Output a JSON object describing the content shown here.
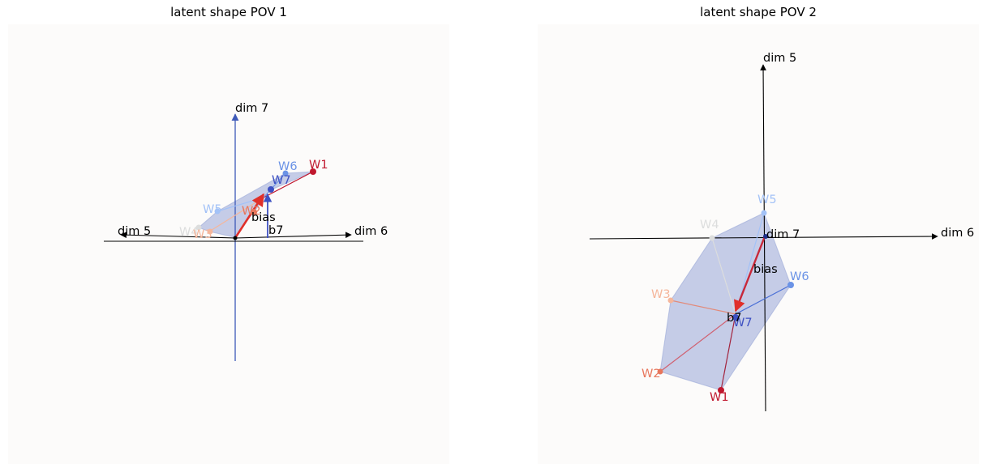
{
  "panels": [
    {
      "title": "latent shape POV 1",
      "axis_labels": [
        "dim 7",
        "dim 5",
        "dim 6"
      ],
      "weights": [
        {
          "name": "W1",
          "color": "#c0182e"
        },
        {
          "name": "W6",
          "color": "#6b93e6"
        },
        {
          "name": "W7",
          "color": "#3d50c3"
        },
        {
          "name": "W5",
          "color": "#a3c2f7"
        },
        {
          "name": "W4",
          "color": "#dcdddd"
        },
        {
          "name": "W3",
          "color": "#f5b69b"
        },
        {
          "name": "W2",
          "color": "#e8765c"
        }
      ],
      "bias_label": "bias",
      "b7_label": "b7"
    },
    {
      "title": "latent shape POV 2",
      "axis_labels": [
        "dim 5",
        "dim 6",
        "dim 7"
      ],
      "weights": [
        {
          "name": "W5",
          "color": "#a3c2f7"
        },
        {
          "name": "W4",
          "color": "#dcdddd"
        },
        {
          "name": "W6",
          "color": "#6b93e6"
        },
        {
          "name": "W3",
          "color": "#f5b69b"
        },
        {
          "name": "W7",
          "color": "#3d50c3"
        },
        {
          "name": "W2",
          "color": "#e8765c"
        },
        {
          "name": "W1",
          "color": "#c0182e"
        }
      ],
      "bias_label": "bias",
      "b7_label": "b7"
    }
  ],
  "colors": {
    "hull": "#8e9ed3",
    "bias_arrow": "#e0302a",
    "dim7_axis_p1": "#3d59b8",
    "panel_bg": "#fcfbfa"
  }
}
